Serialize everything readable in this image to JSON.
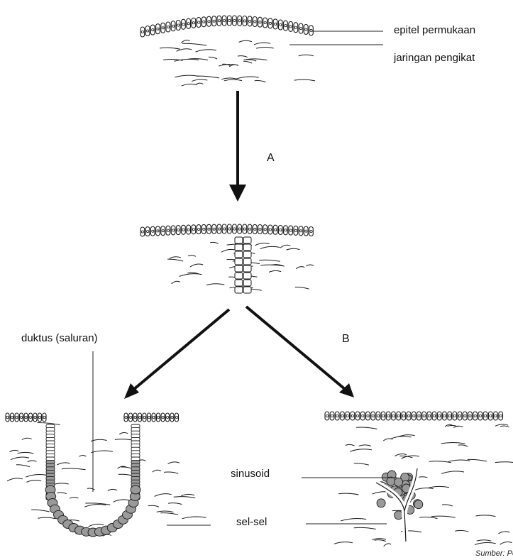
{
  "labels": {
    "surface_epithelium": "epitel permukaan",
    "connective_tissue": "jaringan pengikat",
    "step_a": "A",
    "step_b": "B",
    "duct": "duktus (saluran)",
    "sinusoid": "sinusoid",
    "cells": "sel-sel"
  },
  "source": "Sumber: Pe",
  "colors": {
    "ink": "#1a1a1a",
    "shaded_cells": "#9a9a9a"
  }
}
